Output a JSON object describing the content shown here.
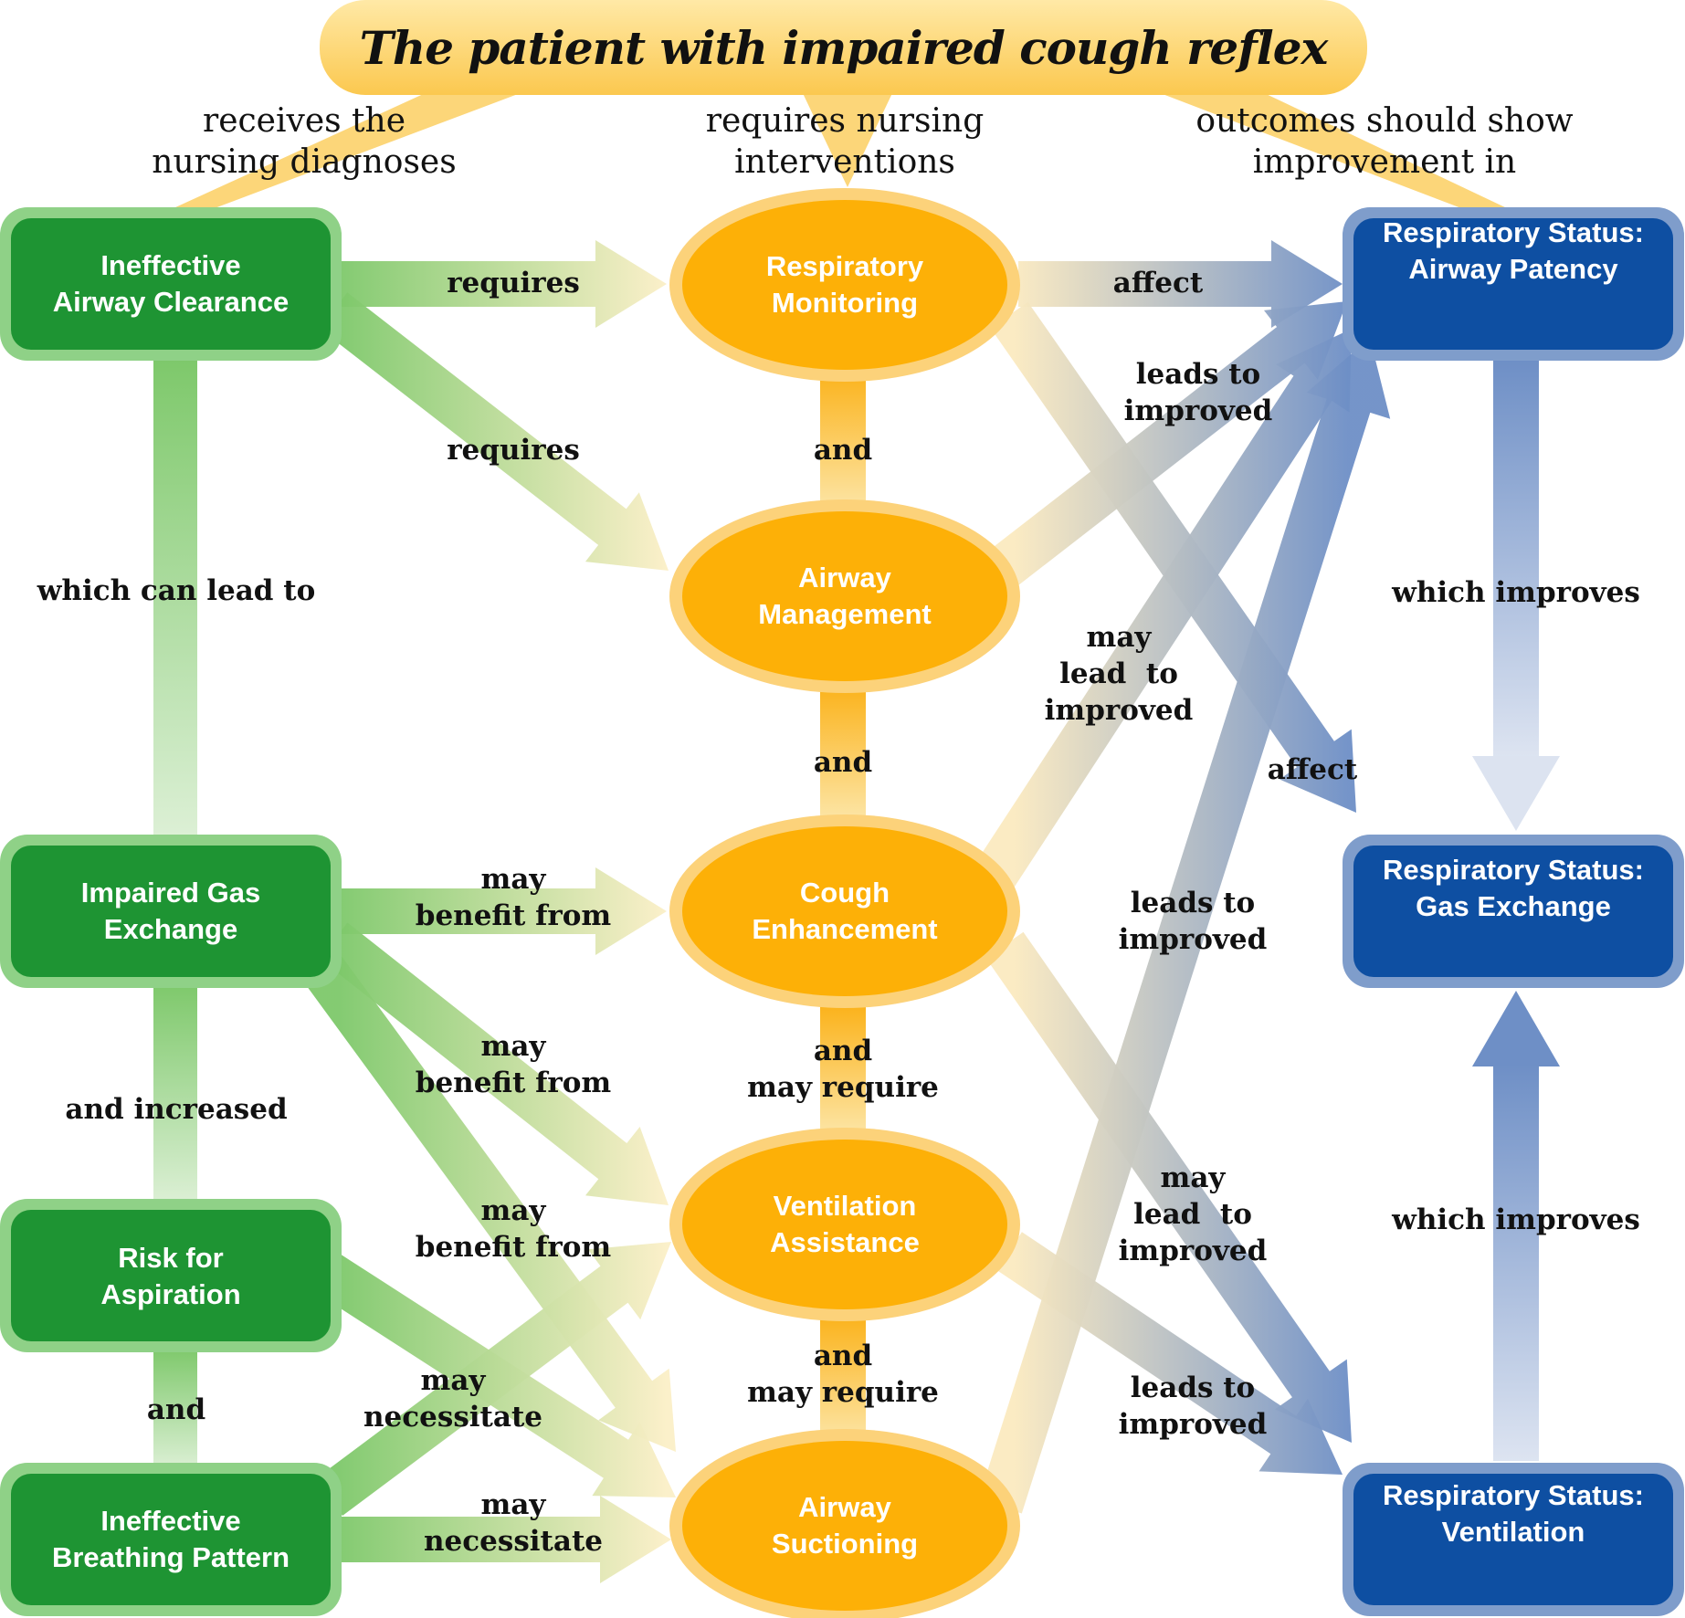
{
  "title": "The patient with impaired cough reflex",
  "column_headers": {
    "diagnoses": "receives the\nnursing diagnoses",
    "interventions": "requires nursing\ninterventions",
    "outcomes": "outcomes should show\nimprovement in"
  },
  "colors": {
    "diagnosis_fill": "#1E9433",
    "diagnosis_border": "#8FD187",
    "intervention_fill": "#FDB007",
    "intervention_border": "#FCD27A",
    "outcome_fill": "#0E4FA2",
    "outcome_border": "#7F9DCB",
    "banner": "#FCCB5A"
  },
  "diagnoses": [
    {
      "id": "d1",
      "label": "Ineffective\nAirway Clearance"
    },
    {
      "id": "d2",
      "label": "Impaired Gas\nExchange"
    },
    {
      "id": "d3",
      "label": "Risk for\nAspiration"
    },
    {
      "id": "d4",
      "label": "Ineffective\nBreathing Pattern"
    }
  ],
  "interventions": [
    {
      "id": "i1",
      "label": "Respiratory\nMonitoring"
    },
    {
      "id": "i2",
      "label": "Airway\nManagement"
    },
    {
      "id": "i3",
      "label": "Cough\nEnhancement"
    },
    {
      "id": "i4",
      "label": "Ventilation\nAssistance"
    },
    {
      "id": "i5",
      "label": "Airway\nSuctioning"
    }
  ],
  "outcomes": [
    {
      "id": "o1",
      "label": "Respiratory Status:\nAirway Patency"
    },
    {
      "id": "o2",
      "label": "Respiratory Status:\nGas Exchange"
    },
    {
      "id": "o3",
      "label": "Respiratory Status:\nVentilation"
    }
  ],
  "links": [
    {
      "from": "d1",
      "to": "d2",
      "label": "which can lead to"
    },
    {
      "from": "d2",
      "to": "d3",
      "label": "and increased"
    },
    {
      "from": "d3",
      "to": "d4",
      "label": "and"
    },
    {
      "from": "d1",
      "to": "i1",
      "label": "requires"
    },
    {
      "from": "d1",
      "to": "i2",
      "label": "requires"
    },
    {
      "from": "d2",
      "to": "i3",
      "label": "may\nbenefit from"
    },
    {
      "from": "d2",
      "to": "i4",
      "label": "may\nbenefit from"
    },
    {
      "from": "d2",
      "to": "i5",
      "label": "may\nbenefit from"
    },
    {
      "from": "d3",
      "to": "i5",
      "label": "may\nnecessitate"
    },
    {
      "from": "d4",
      "to": "i4",
      "label": ""
    },
    {
      "from": "d4",
      "to": "i5",
      "label": "may\nnecessitate"
    },
    {
      "from": "i1",
      "to": "i2",
      "label": "and"
    },
    {
      "from": "i2",
      "to": "i3",
      "label": "and"
    },
    {
      "from": "i3",
      "to": "i4",
      "label": "and\nmay require"
    },
    {
      "from": "i4",
      "to": "i5",
      "label": "and\nmay require"
    },
    {
      "from": "i1",
      "to": "o1",
      "label": "affect"
    },
    {
      "from": "i1",
      "to": "o2",
      "label": "affect"
    },
    {
      "from": "i2",
      "to": "o1",
      "label": "leads to\nimproved"
    },
    {
      "from": "i3",
      "to": "o1",
      "label": "may\nlead  to\nimproved"
    },
    {
      "from": "i5",
      "to": "o1",
      "label": "leads to\nimproved"
    },
    {
      "from": "i3",
      "to": "o3",
      "label": "may\nlead  to\nimproved"
    },
    {
      "from": "i4",
      "to": "o3",
      "label": "leads to\nimproved"
    },
    {
      "from": "o1",
      "to": "o2",
      "label": "which improves"
    },
    {
      "from": "o3",
      "to": "o2",
      "label": "which improves"
    }
  ]
}
